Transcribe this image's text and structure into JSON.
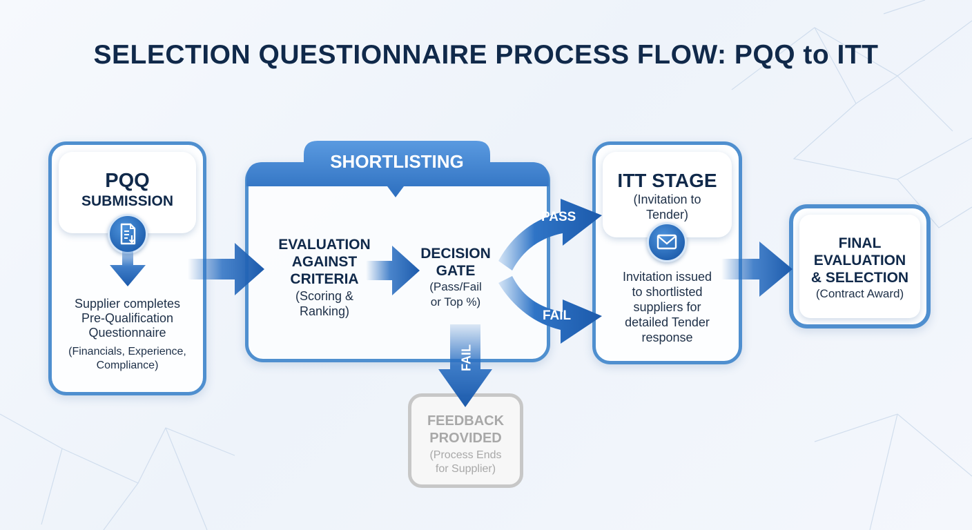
{
  "title": "SELECTION QUESTIONNAIRE PROCESS FLOW: PQQ to ITT",
  "pqq": {
    "title_line1": "PQQ",
    "title_line2": "SUBMISSION",
    "desc_line1": "Supplier completes",
    "desc_line2": "Pre-Qualification",
    "desc_line3": "Questionnaire",
    "note_line1": "(Financials, Experience,",
    "note_line2": "Compliance)",
    "icon": "document-download-icon"
  },
  "shortlisting": {
    "tab_label": "SHORTLISTING",
    "evaluation": {
      "line1": "EVALUATION",
      "line2": "AGAINST",
      "line3": "CRITERIA",
      "note_line1": "(Scoring &",
      "note_line2": "Ranking)"
    },
    "decision": {
      "line1": "DECISION",
      "line2": "GATE",
      "note_line1": "(Pass/Fail",
      "note_line2": "or Top %)"
    }
  },
  "branches": {
    "pass": "PASS",
    "fail": "FAIL",
    "fail_down": "FAIL"
  },
  "feedback": {
    "line1": "FEEDBACK",
    "line2": "PROVIDED",
    "note_line1": "(Process Ends",
    "note_line2": "for Supplier)"
  },
  "itt": {
    "title": "ITT STAGE",
    "sub_line1": "(Invitation to",
    "sub_line2": "Tender)",
    "icon": "envelope-icon",
    "desc_line1": "Invitation issued",
    "desc_line2": "to shortlisted",
    "desc_line3": "suppliers for",
    "desc_line4": "detailed Tender",
    "desc_line5": "response"
  },
  "final": {
    "line1": "FINAL",
    "line2": "EVALUATION",
    "line3": "& SELECTION",
    "note": "(Contract Award)"
  },
  "colors": {
    "primary_blue": "#1f5fae",
    "frame_blue": "#4f8fcf",
    "navy_text": "#10294a",
    "feedback_gray": "#a8a8a8"
  }
}
